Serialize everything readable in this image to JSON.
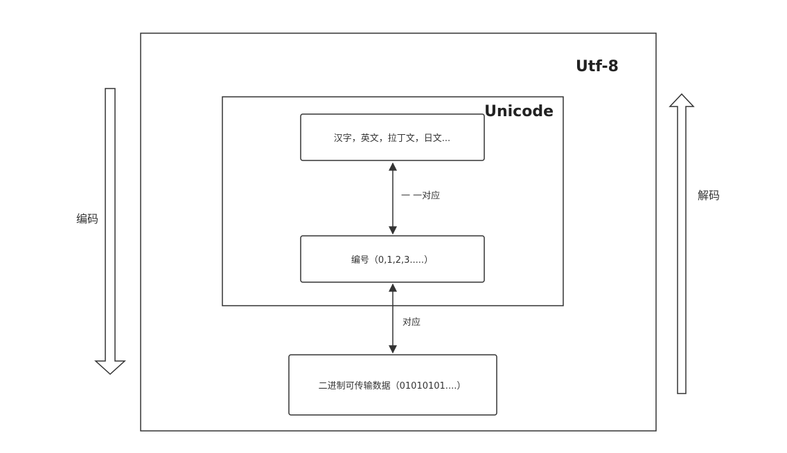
{
  "diagram": {
    "outer_title": "Utf-8",
    "inner_title": "Unicode",
    "nodes": {
      "chars": "汉字，英文，拉丁文，日文...",
      "codes": "编号（0,1,2,3.....）",
      "binary": "二进制可传输数据（01010101....）"
    },
    "edges": {
      "one_to_one": "一 一对应",
      "correspond": "对应"
    },
    "side": {
      "encode": "编码",
      "decode": "解码"
    }
  }
}
